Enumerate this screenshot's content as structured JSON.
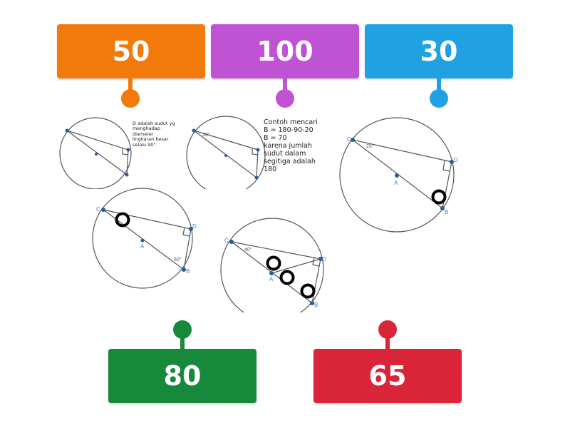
{
  "answers": [
    {
      "label": "50",
      "color": "#f27a0c"
    },
    {
      "label": "100",
      "color": "#c052d4"
    },
    {
      "label": "30",
      "color": "#1fa1e2"
    },
    {
      "label": "80",
      "color": "#16893a"
    },
    {
      "label": "65",
      "color": "#da2539"
    }
  ],
  "diagram": {
    "point_labels": {
      "c": "C",
      "d": "D",
      "a": "A",
      "b": "B"
    },
    "note1": "D adalah sudut yg\nmenghadap\ndiameter\nlingkaran besar\nselalu 90°",
    "note2": "Contoh mencari\nB = 180-90-20\nB = 70\nkarena jumlah\nsudut dalam\nsegitiga adalah\n180",
    "angle_fig2": "20°",
    "angle_fig3": "25°",
    "angle_fig4": "60°",
    "angle_fig5": "40°"
  }
}
